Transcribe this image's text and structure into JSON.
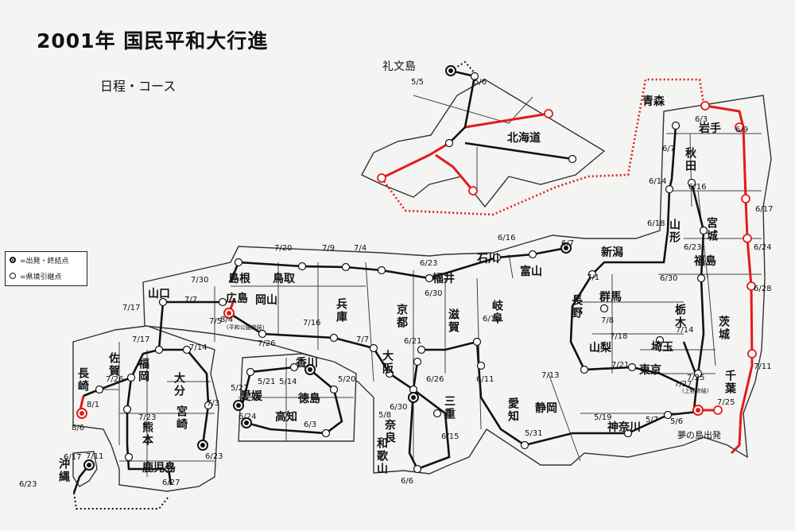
{
  "title": "2001年 国民平和大行進",
  "subtitle": "日程・コース",
  "legend": {
    "start_end": "=出発・終結点",
    "border_relay": "=県境引継点"
  },
  "colors": {
    "red_route": "#e01c1c",
    "black_route": "#111111",
    "prefecture_line": "#333333"
  },
  "prefectures": [
    {
      "id": "hokkaido",
      "label": "北海道"
    },
    {
      "id": "aomori",
      "label": "青森"
    },
    {
      "id": "akita",
      "label": "秋田"
    },
    {
      "id": "iwate",
      "label": "岩手"
    },
    {
      "id": "yamagata",
      "label": "山形"
    },
    {
      "id": "miyagi",
      "label": "宮城"
    },
    {
      "id": "fukushima",
      "label": "福島"
    },
    {
      "id": "niigata",
      "label": "新潟"
    },
    {
      "id": "ibaraki",
      "label": "茨城"
    },
    {
      "id": "tochigi",
      "label": "栃木"
    },
    {
      "id": "gunma",
      "label": "群馬"
    },
    {
      "id": "saitama",
      "label": "埼玉"
    },
    {
      "id": "chiba",
      "label": "千葉"
    },
    {
      "id": "tokyo",
      "label": "東京"
    },
    {
      "id": "kanagawa",
      "label": "神奈川"
    },
    {
      "id": "yamanashi",
      "label": "山梨"
    },
    {
      "id": "nagano",
      "label": "長野"
    },
    {
      "id": "shizuoka",
      "label": "静岡"
    },
    {
      "id": "aichi",
      "label": "愛知"
    },
    {
      "id": "gifu",
      "label": "岐阜"
    },
    {
      "id": "toyama",
      "label": "富山"
    },
    {
      "id": "ishikawa",
      "label": "石川"
    },
    {
      "id": "fukui",
      "label": "福井"
    },
    {
      "id": "shiga",
      "label": "滋賀"
    },
    {
      "id": "mie",
      "label": "三重"
    },
    {
      "id": "kyoto",
      "label": "京都"
    },
    {
      "id": "osaka",
      "label": "大阪"
    },
    {
      "id": "nara",
      "label": "奈良"
    },
    {
      "id": "wakayama",
      "label": "和歌山"
    },
    {
      "id": "hyogo",
      "label": "兵庫"
    },
    {
      "id": "tottori",
      "label": "鳥取"
    },
    {
      "id": "shimane",
      "label": "島根"
    },
    {
      "id": "okayama",
      "label": "岡山"
    },
    {
      "id": "hiroshima",
      "label": "広島"
    },
    {
      "id": "yamaguchi",
      "label": "山口"
    },
    {
      "id": "kagawa",
      "label": "香川"
    },
    {
      "id": "ehime",
      "label": "愛媛"
    },
    {
      "id": "tokushima",
      "label": "徳島"
    },
    {
      "id": "kochi",
      "label": "高知"
    },
    {
      "id": "fukuoka",
      "label": "福岡"
    },
    {
      "id": "saga",
      "label": "佐賀"
    },
    {
      "id": "nagasaki",
      "label": "長崎"
    },
    {
      "id": "oita",
      "label": "大分"
    },
    {
      "id": "kumamoto",
      "label": "熊本"
    },
    {
      "id": "miyazaki",
      "label": "宮崎"
    },
    {
      "id": "kagoshima",
      "label": "鹿児島"
    },
    {
      "id": "okinawa",
      "label": "沖縄"
    },
    {
      "id": "rebun",
      "label": "礼文島"
    }
  ],
  "places": {
    "yumenoshima": "夢の島出発",
    "ueno_end": "(上野終結)",
    "peace_park_end": "(平和公園終結)"
  },
  "dates": [
    "5/5",
    "5/6",
    "6/3",
    "6/9",
    "6/7",
    "6/14",
    "6/16",
    "6/17",
    "6/18",
    "6/23",
    "6/24",
    "6/30",
    "6/28",
    "7/1",
    "7/8",
    "7/14",
    "7/18",
    "7/21",
    "7/25",
    "7/11",
    "7/27",
    "7/25",
    "5/7",
    "5/6",
    "5/19",
    "5/31",
    "6/11",
    "7/13",
    "6/16",
    "6/21",
    "6/26",
    "6/30",
    "5/8",
    "6/15",
    "6/6",
    "7/7",
    "7/16",
    "7/26",
    "7/20",
    "7/9",
    "7/4",
    "6/16",
    "6/23",
    "6/30",
    "6/7",
    "7/30",
    "8/4",
    "7/5",
    "7/7",
    "7/17",
    "7/17",
    "7/14",
    "7/26",
    "8/1",
    "8/6",
    "7/3",
    "7/23",
    "6/23",
    "7/11",
    "6/27",
    "6/17",
    "6/23",
    "5/27",
    "5/21",
    "5/14",
    "5/20",
    "6/24",
    "6/3"
  ]
}
